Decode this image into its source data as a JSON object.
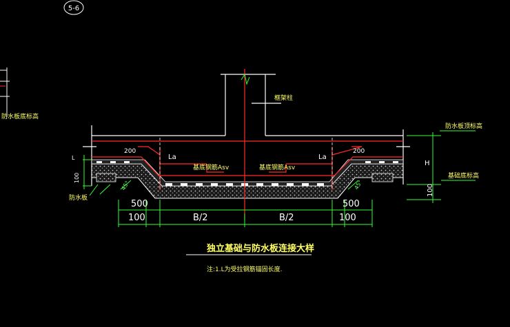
{
  "section_label": "5-6",
  "title": "独立基础与防水板连接大样",
  "footnote": "注:1.L为受拉钢筋锚固长度.",
  "labels": {
    "column": "框架柱",
    "la_left": "La",
    "la_right": "La",
    "rebar_left": "基底钢筋Asv",
    "rebar_right": "基底钢筋Asv",
    "dim_200_left": "200",
    "dim_200_right": "200",
    "waterproof_plate": "防水板",
    "foundation_top": "防水板顶标高",
    "foundation_bottom": "基础底标高",
    "left_elev_note": "防水板底标高",
    "angle_left": "45°",
    "angle_right": "45°",
    "side_L": "L",
    "side_100": "100",
    "right_H": "H",
    "right_100": "100"
  },
  "dimensions": {
    "left_500": "500",
    "left_100": "100",
    "half_left": "B/2",
    "half_right": "B/2",
    "right_500": "500",
    "right_100": "100"
  },
  "colors": {
    "background": "#000000",
    "outline": "#ffffff",
    "rebar": "#ff2a2a",
    "dimension": "#33ff33",
    "text_yellow": "#ffff66",
    "hatch": "#bbbbbb"
  }
}
